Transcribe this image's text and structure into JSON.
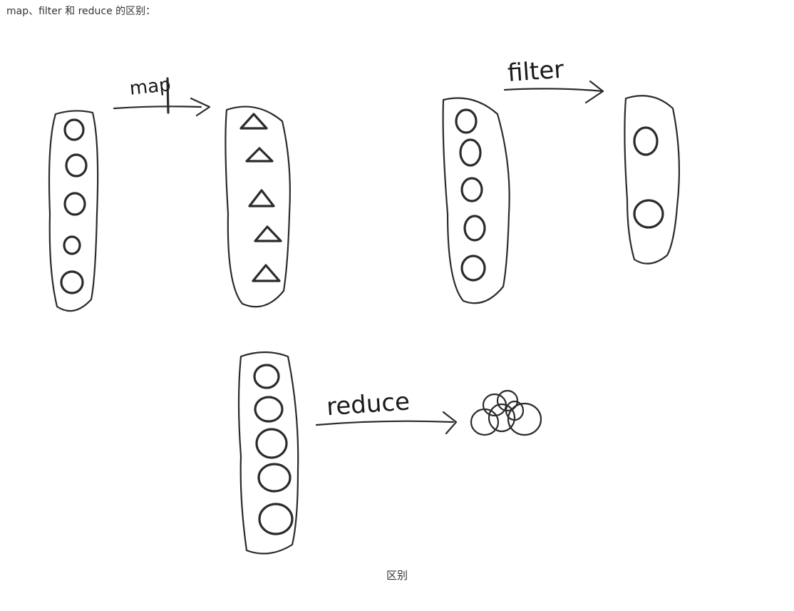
{
  "heading": "map、filter 和 reduce 的区别：",
  "diagram": {
    "labels": {
      "map": "map",
      "filter": "filter",
      "reduce": "reduce"
    },
    "map": {
      "input_items": 5,
      "output_items": 5,
      "input_shape": "circle",
      "output_shape": "triangle"
    },
    "filter": {
      "input_items": 5,
      "output_items": 2,
      "shape": "circle"
    },
    "reduce": {
      "input_items": 5,
      "output": "merged-circle-cluster"
    }
  },
  "caption": "区别"
}
